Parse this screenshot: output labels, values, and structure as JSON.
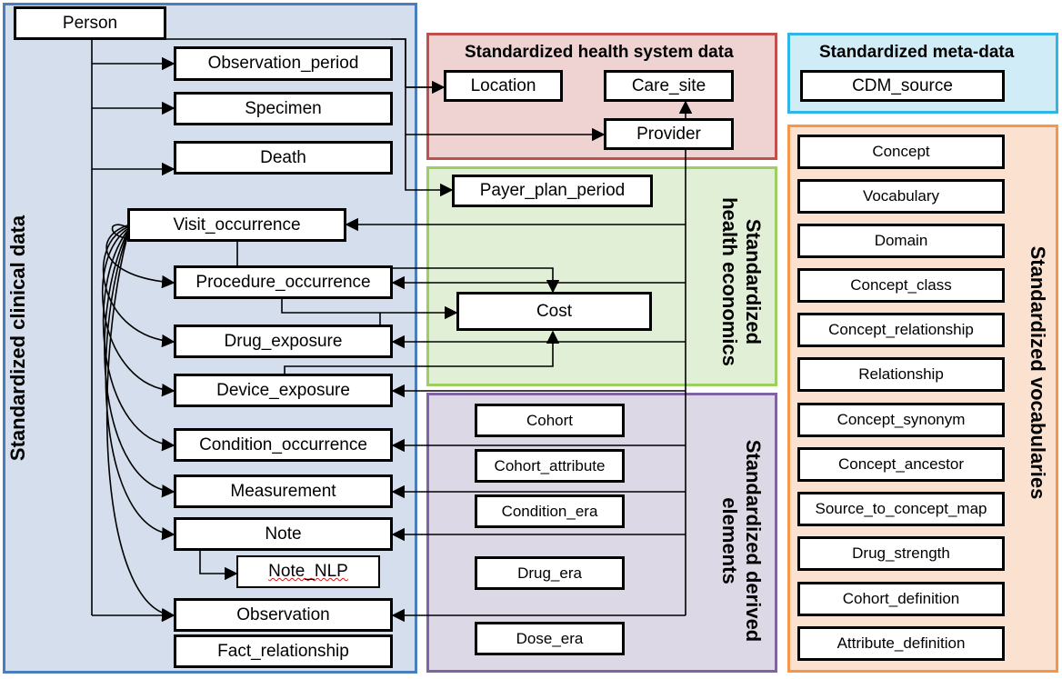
{
  "panels": {
    "clinical": "Standardized clinical data",
    "health_system": "Standardized health system data",
    "meta_data": "Standardized meta-data",
    "health_economics": [
      "Standardized",
      "health economics"
    ],
    "derived": [
      "Standardized derived",
      "elements"
    ],
    "vocabularies": "Standardized vocabularies"
  },
  "clinical_tables": {
    "person": "Person",
    "observation_period": "Observation_period",
    "specimen": "Specimen",
    "death": "Death",
    "visit_occurrence": "Visit_occurrence",
    "procedure_occurrence": "Procedure_occurrence",
    "drug_exposure": "Drug_exposure",
    "device_exposure": "Device_exposure",
    "condition_occurrence": "Condition_occurrence",
    "measurement": "Measurement",
    "note": "Note",
    "note_nlp": "Note_NLP",
    "observation": "Observation",
    "fact_relationship": "Fact_relationship"
  },
  "health_system_tables": {
    "location": "Location",
    "care_site": "Care_site",
    "provider": "Provider"
  },
  "meta_tables": {
    "cdm_source": "CDM_source"
  },
  "economics_tables": {
    "payer_plan_period": "Payer_plan_period",
    "cost": "Cost"
  },
  "derived_tables": {
    "cohort": "Cohort",
    "cohort_attribute": "Cohort_attribute",
    "condition_era": "Condition_era",
    "drug_era": "Drug_era",
    "dose_era": "Dose_era"
  },
  "vocabulary_tables": [
    "Concept",
    "Vocabulary",
    "Domain",
    "Concept_class",
    "Concept_relationship",
    "Relationship",
    "Concept_synonym",
    "Concept_ancestor",
    "Source_to_concept_map",
    "Drug_strength",
    "Cohort_definition",
    "Attribute_definition"
  ],
  "colors": {
    "clinical_fill": "#d4deec",
    "clinical_border": "#4a7ebb",
    "health_system_fill": "#efd3d3",
    "health_system_border": "#c0504d",
    "meta_fill": "#d0ecf7",
    "meta_border": "#31b5e6",
    "economics_fill": "#e2efd7",
    "economics_border": "#9bcf5f",
    "derived_fill": "#ddd8e6",
    "derived_border": "#8064a2",
    "vocab_fill": "#fbe2d0",
    "vocab_border": "#f79646"
  }
}
